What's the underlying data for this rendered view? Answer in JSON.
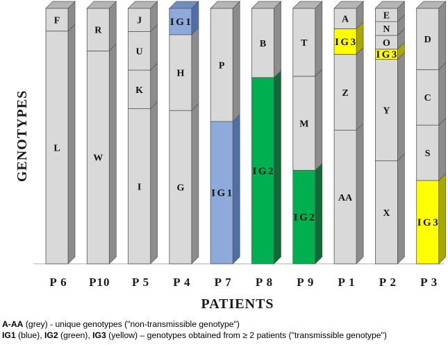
{
  "chart_data": {
    "type": "bar",
    "stacked": true,
    "orientation": "vertical",
    "xlabel": "PATIENTS",
    "ylabel": "GENOTYPES",
    "colors": {
      "grey": "#d9d9d9",
      "IG1": "#8eaadb",
      "IG2": "#00b050",
      "IG3": "#ffff00"
    },
    "categories": [
      "P 6",
      "P10",
      "P 5",
      "P 4",
      "P 7",
      "P 8",
      "P 9",
      "P 1",
      "P 2",
      "P 3"
    ],
    "bars": [
      {
        "category": "P 6",
        "segments": [
          {
            "label": "L",
            "fraction": 0.911,
            "color": "grey"
          },
          {
            "label": "F",
            "fraction": 0.089,
            "color": "grey"
          }
        ]
      },
      {
        "category": "P10",
        "segments": [
          {
            "label": "W",
            "fraction": 0.833,
            "color": "grey"
          },
          {
            "label": "R",
            "fraction": 0.167,
            "color": "grey"
          }
        ]
      },
      {
        "category": "P 5",
        "segments": [
          {
            "label": "I",
            "fraction": 0.607,
            "color": "grey"
          },
          {
            "label": "K",
            "fraction": 0.151,
            "color": "grey"
          },
          {
            "label": "U",
            "fraction": 0.151,
            "color": "grey"
          },
          {
            "label": "J",
            "fraction": 0.091,
            "color": "grey"
          }
        ]
      },
      {
        "category": "P 4",
        "segments": [
          {
            "label": "G",
            "fraction": 0.6,
            "color": "grey"
          },
          {
            "label": "H",
            "fraction": 0.297,
            "color": "grey"
          },
          {
            "label": "IG1",
            "fraction": 0.103,
            "color": "IG1"
          }
        ]
      },
      {
        "category": "P 7",
        "segments": [
          {
            "label": "IG1",
            "fraction": 0.557,
            "color": "IG1"
          },
          {
            "label": "P",
            "fraction": 0.443,
            "color": "grey"
          }
        ]
      },
      {
        "category": "P 8",
        "segments": [
          {
            "label": "IG2",
            "fraction": 0.729,
            "color": "IG2"
          },
          {
            "label": "B",
            "fraction": 0.271,
            "color": "grey"
          }
        ]
      },
      {
        "category": "P 9",
        "segments": [
          {
            "label": "IG2",
            "fraction": 0.366,
            "color": "IG2"
          },
          {
            "label": "M",
            "fraction": 0.368,
            "color": "grey"
          },
          {
            "label": "T",
            "fraction": 0.266,
            "color": "grey"
          }
        ]
      },
      {
        "category": "P 1",
        "segments": [
          {
            "label": "AA",
            "fraction": 0.523,
            "color": "grey"
          },
          {
            "label": "Z",
            "fraction": 0.297,
            "color": "grey"
          },
          {
            "label": "IG3",
            "fraction": 0.1,
            "color": "IG3"
          },
          {
            "label": "A",
            "fraction": 0.08,
            "color": "grey"
          }
        ]
      },
      {
        "category": "P 2",
        "segments": [
          {
            "label": "X",
            "fraction": 0.403,
            "color": "grey"
          },
          {
            "label": "Y",
            "fraction": 0.397,
            "color": "grey"
          },
          {
            "label": "IG3",
            "fraction": 0.04,
            "color": "IG3"
          },
          {
            "label": "O",
            "fraction": 0.054,
            "color": "grey"
          },
          {
            "label": "N",
            "fraction": 0.054,
            "color": "grey"
          },
          {
            "label": "E",
            "fraction": 0.052,
            "color": "grey"
          }
        ]
      },
      {
        "category": "P 3",
        "segments": [
          {
            "label": "IG3",
            "fraction": 0.326,
            "color": "IG3"
          },
          {
            "label": "S",
            "fraction": 0.217,
            "color": "grey"
          },
          {
            "label": "C",
            "fraction": 0.217,
            "color": "grey"
          },
          {
            "label": "D",
            "fraction": 0.24,
            "color": "grey"
          }
        ]
      }
    ]
  },
  "legend": {
    "line1": {
      "key": "A-AA",
      "text": " (grey) - unique genotypes (\"non-transmissible genotype\")"
    },
    "line2": {
      "k1": "IG1",
      "t1": " (blue), ",
      "k2": "IG2",
      "t2": " (green), ",
      "k3": "IG3",
      "t3": " (yellow) – genotypes obtained from ≥ 2 patients (\"transmissible genotype\")"
    }
  }
}
